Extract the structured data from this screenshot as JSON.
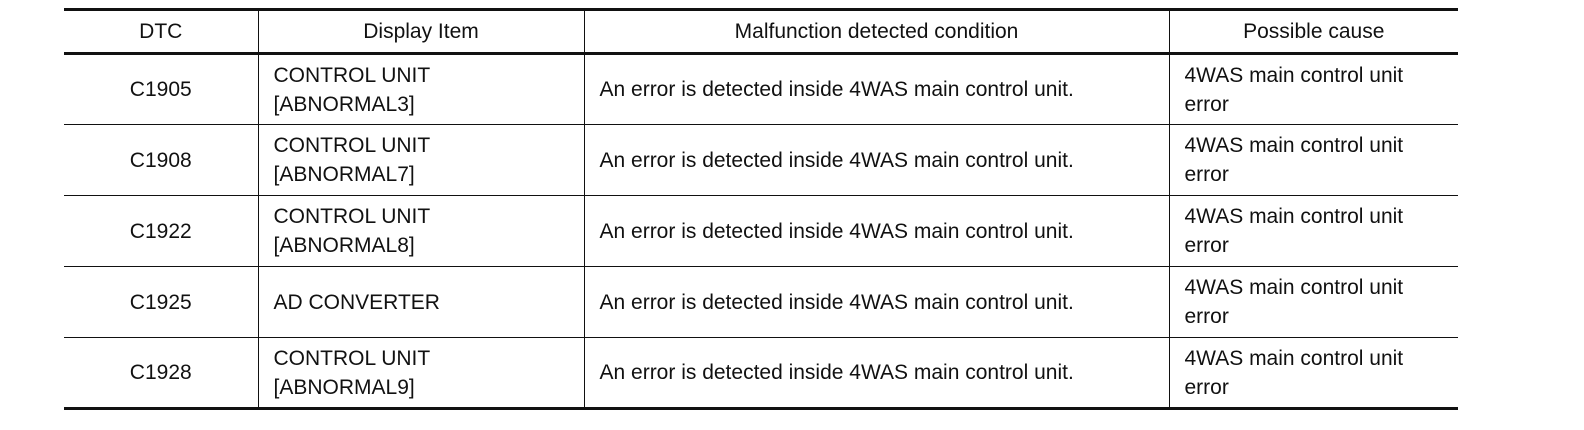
{
  "table": {
    "headers": [
      "DTC",
      "Display Item",
      "Malfunction detected condition",
      "Possible cause"
    ],
    "rows": [
      {
        "dtc": "C1905",
        "display_item": [
          "CONTROL UNIT",
          "[ABNORMAL3]"
        ],
        "condition": "An error is detected inside 4WAS main control unit.",
        "cause": [
          "4WAS main control unit",
          "error"
        ]
      },
      {
        "dtc": "C1908",
        "display_item": [
          "CONTROL UNIT",
          "[ABNORMAL7]"
        ],
        "condition": "An error is detected inside 4WAS main control unit.",
        "cause": [
          "4WAS main control unit",
          "error"
        ]
      },
      {
        "dtc": "C1922",
        "display_item": [
          "CONTROL UNIT",
          "[ABNORMAL8]"
        ],
        "condition": "An error is detected inside 4WAS main control unit.",
        "cause": [
          "4WAS main control unit",
          "error"
        ]
      },
      {
        "dtc": "C1925",
        "display_item": [
          "AD CONVERTER"
        ],
        "condition": "An error is detected inside 4WAS main control unit.",
        "cause": [
          "4WAS main control unit",
          "error"
        ]
      },
      {
        "dtc": "C1928",
        "display_item": [
          "CONTROL UNIT",
          "[ABNORMAL9]"
        ],
        "condition": "An error is detected inside 4WAS main control unit.",
        "cause": [
          "4WAS main control unit",
          "error"
        ]
      }
    ]
  }
}
